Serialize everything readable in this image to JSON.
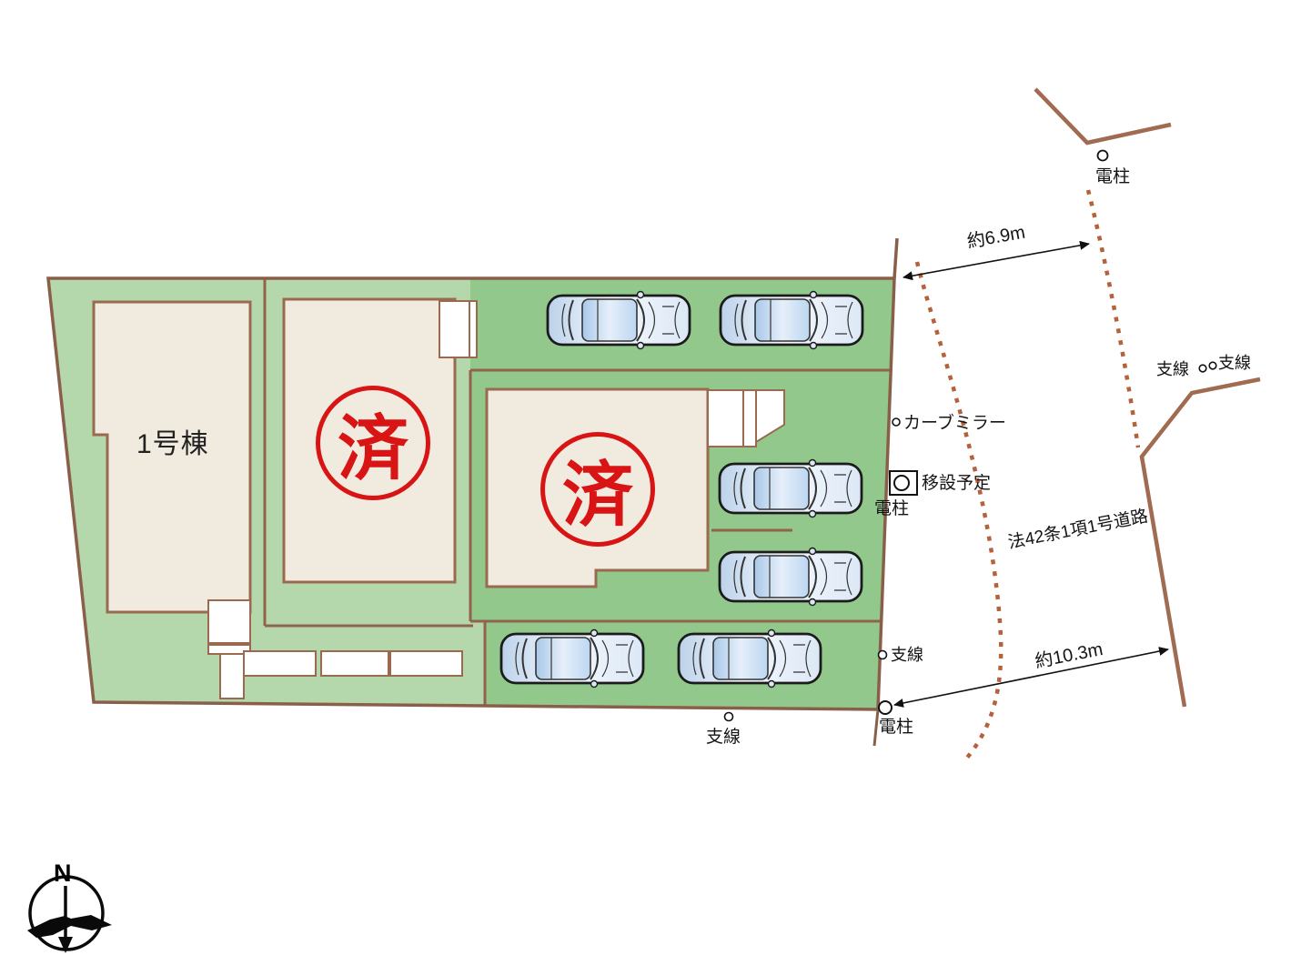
{
  "plan": {
    "building1_label": "1号棟",
    "stamp1": "済",
    "stamp2": "済",
    "pole_top": "電柱",
    "dim_top": "約6.9m",
    "wire_right_a": "支線",
    "wire_right_b": "支線",
    "curve_mirror": "カーブミラー",
    "relocate_line1": "移設予定",
    "relocate_line2": "電柱",
    "road_name": "法42条1項1号道路",
    "dim_bottom": "約10.3m",
    "wire_mid": "支線",
    "pole_bottom": "電柱",
    "wire_bottom": "支線",
    "compass_north": "N"
  },
  "colors": {
    "plot_green_light": "#b4d8ac",
    "plot_green_dark": "#92c88c",
    "building_fill": "#f1ebdf",
    "boundary_brown": "#91634c",
    "road_brown": "#a06b50",
    "dotted_brown": "#b4613c",
    "stamp_red": "#d81414",
    "car_window_blue": "#c8ddf2",
    "text_black": "#141414"
  }
}
